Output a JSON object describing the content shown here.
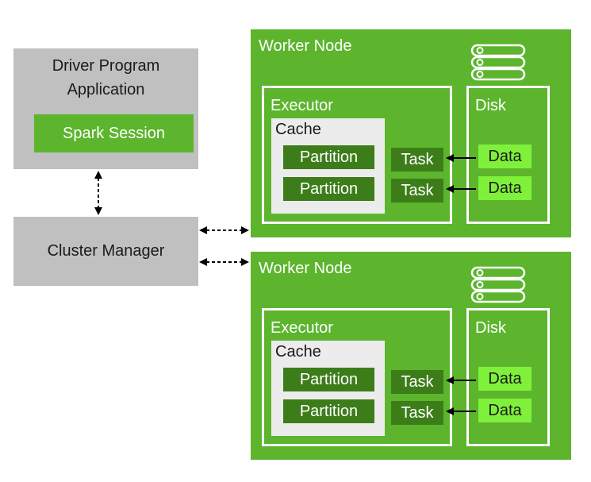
{
  "driver": {
    "title_line1": "Driver Program",
    "title_line2": "Application",
    "session": "Spark Session"
  },
  "cluster_manager": {
    "label": "Cluster Manager"
  },
  "workers": [
    {
      "title": "Worker Node",
      "executor": "Executor",
      "cache": "Cache",
      "partitions": [
        "Partition",
        "Partition"
      ],
      "tasks": [
        "Task",
        "Task"
      ],
      "disk": "Disk",
      "data": [
        "Data",
        "Data"
      ]
    },
    {
      "title": "Worker Node",
      "executor": "Executor",
      "cache": "Cache",
      "partitions": [
        "Partition",
        "Partition"
      ],
      "tasks": [
        "Task",
        "Task"
      ],
      "disk": "Disk",
      "data": [
        "Data",
        "Data"
      ]
    }
  ],
  "colors": {
    "worker_green": "#5cb52d",
    "dark_green": "#3c7d1a",
    "lime": "#7ff13a",
    "gray": "#c0c0c0"
  },
  "icons": [
    "database-icon",
    "arrow-left-icon",
    "double-arrow-icon"
  ]
}
